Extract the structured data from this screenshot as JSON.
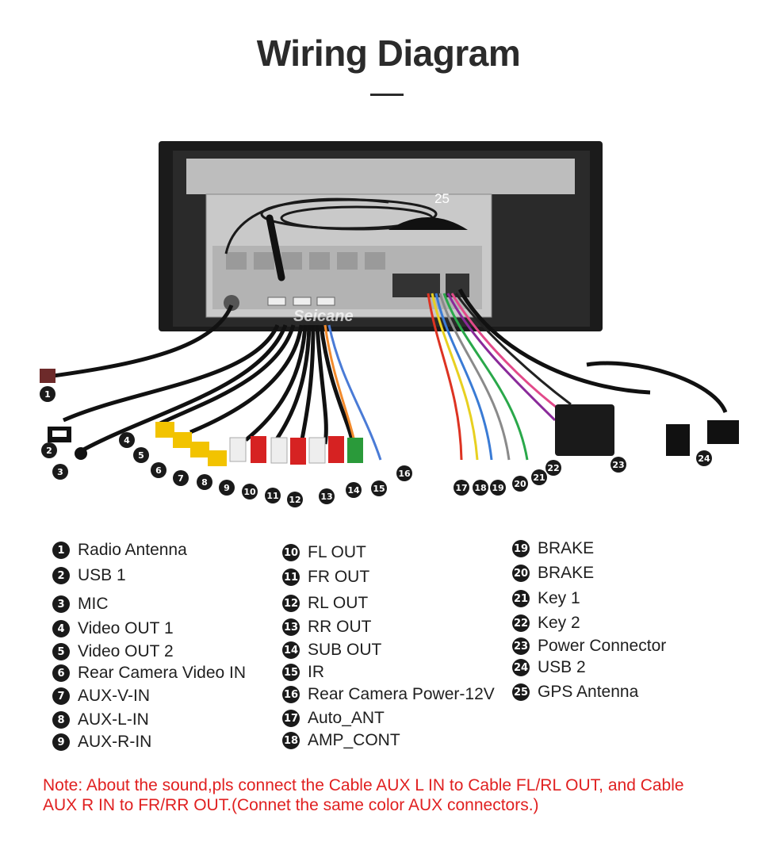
{
  "title": "Wiring Diagram",
  "unit_labels": {
    "gps_number": "25",
    "brand": "Seicane"
  },
  "callouts": [
    "1",
    "2",
    "3",
    "4",
    "5",
    "6",
    "7",
    "8",
    "9",
    "10",
    "11",
    "12",
    "13",
    "14",
    "15",
    "16",
    "17",
    "18",
    "19",
    "20",
    "21",
    "22",
    "23",
    "24"
  ],
  "legend": {
    "col1": [
      {
        "num": "1",
        "label": "Radio Antenna"
      },
      {
        "num": "2",
        "label": "USB 1"
      },
      {
        "num": "3",
        "label": "MIC"
      },
      {
        "num": "4",
        "label": "Video OUT 1"
      },
      {
        "num": "5",
        "label": "Video OUT 2"
      },
      {
        "num": "6",
        "label": "Rear Camera Video IN"
      },
      {
        "num": "7",
        "label": "AUX-V-IN"
      },
      {
        "num": "8",
        "label": "AUX-L-IN"
      },
      {
        "num": "9",
        "label": "AUX-R-IN"
      }
    ],
    "col2": [
      {
        "num": "10",
        "label": "FL OUT"
      },
      {
        "num": "11",
        "label": "FR OUT"
      },
      {
        "num": "12",
        "label": "RL OUT"
      },
      {
        "num": "13",
        "label": "RR OUT"
      },
      {
        "num": "14",
        "label": "SUB OUT"
      },
      {
        "num": "15",
        "label": "IR"
      },
      {
        "num": "16",
        "label": "Rear Camera Power-12V"
      },
      {
        "num": "17",
        "label": "Auto_ANT"
      },
      {
        "num": "18",
        "label": "AMP_CONT"
      }
    ],
    "col3": [
      {
        "num": "19",
        "label": "BRAKE"
      },
      {
        "num": "20",
        "label": "BRAKE"
      },
      {
        "num": "21",
        "label": "Key 1"
      },
      {
        "num": "22",
        "label": "Key 2"
      },
      {
        "num": "23",
        "label": "Power Connector"
      },
      {
        "num": "24",
        "label": "USB 2"
      },
      {
        "num": "25",
        "label": "GPS Antenna"
      }
    ]
  },
  "note": {
    "line1": "Note: About the sound,pls connect the Cable AUX L IN to Cable FL/RL OUT, and Cable",
    "line2": "AUX R IN to  FR/RR OUT.(Connet the same color AUX connectors.)"
  }
}
